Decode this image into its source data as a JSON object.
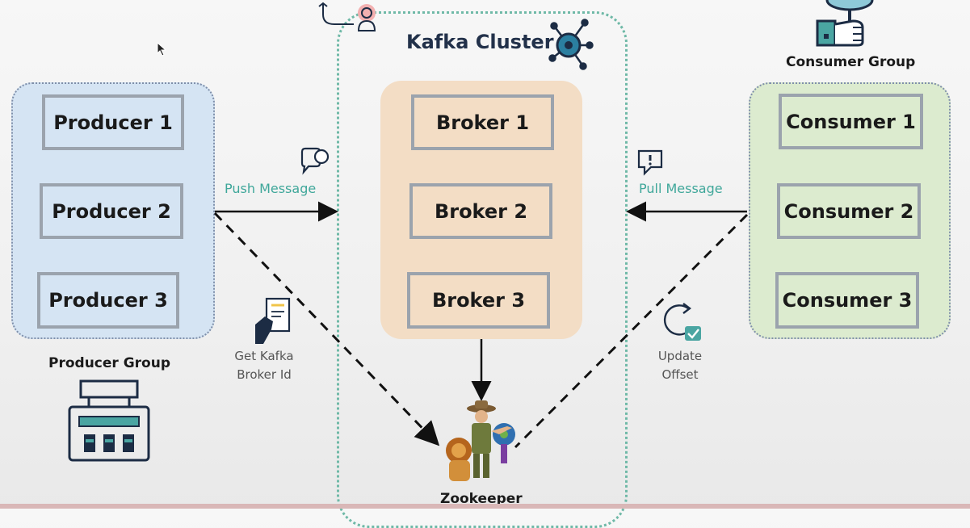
{
  "cluster": {
    "title": "Kafka Cluster"
  },
  "producer_group": {
    "label": "Producer Group",
    "items": [
      "Producer 1",
      "Producer 2",
      "Producer 3"
    ]
  },
  "brokers": {
    "items": [
      "Broker 1",
      "Broker 2",
      "Broker 3"
    ]
  },
  "consumer_group": {
    "label": "Consumer Group",
    "items": [
      "Consumer 1",
      "Consumer 2",
      "Consumer 3"
    ]
  },
  "edges": {
    "push": "Push Message",
    "pull": "Pull Message",
    "get_broker_line1": "Get Kafka",
    "get_broker_line2": "Broker Id",
    "update_offset_line1": "Update",
    "update_offset_line2": "Offset"
  },
  "zookeeper": {
    "label": "Zookeeper"
  },
  "colors": {
    "producer_bg": "#d5e4f3",
    "broker_bg": "#f3ddc5",
    "consumer_bg": "#dcebcf",
    "label_accent": "#3fa79a",
    "cluster_border": "#6fb9a7"
  }
}
